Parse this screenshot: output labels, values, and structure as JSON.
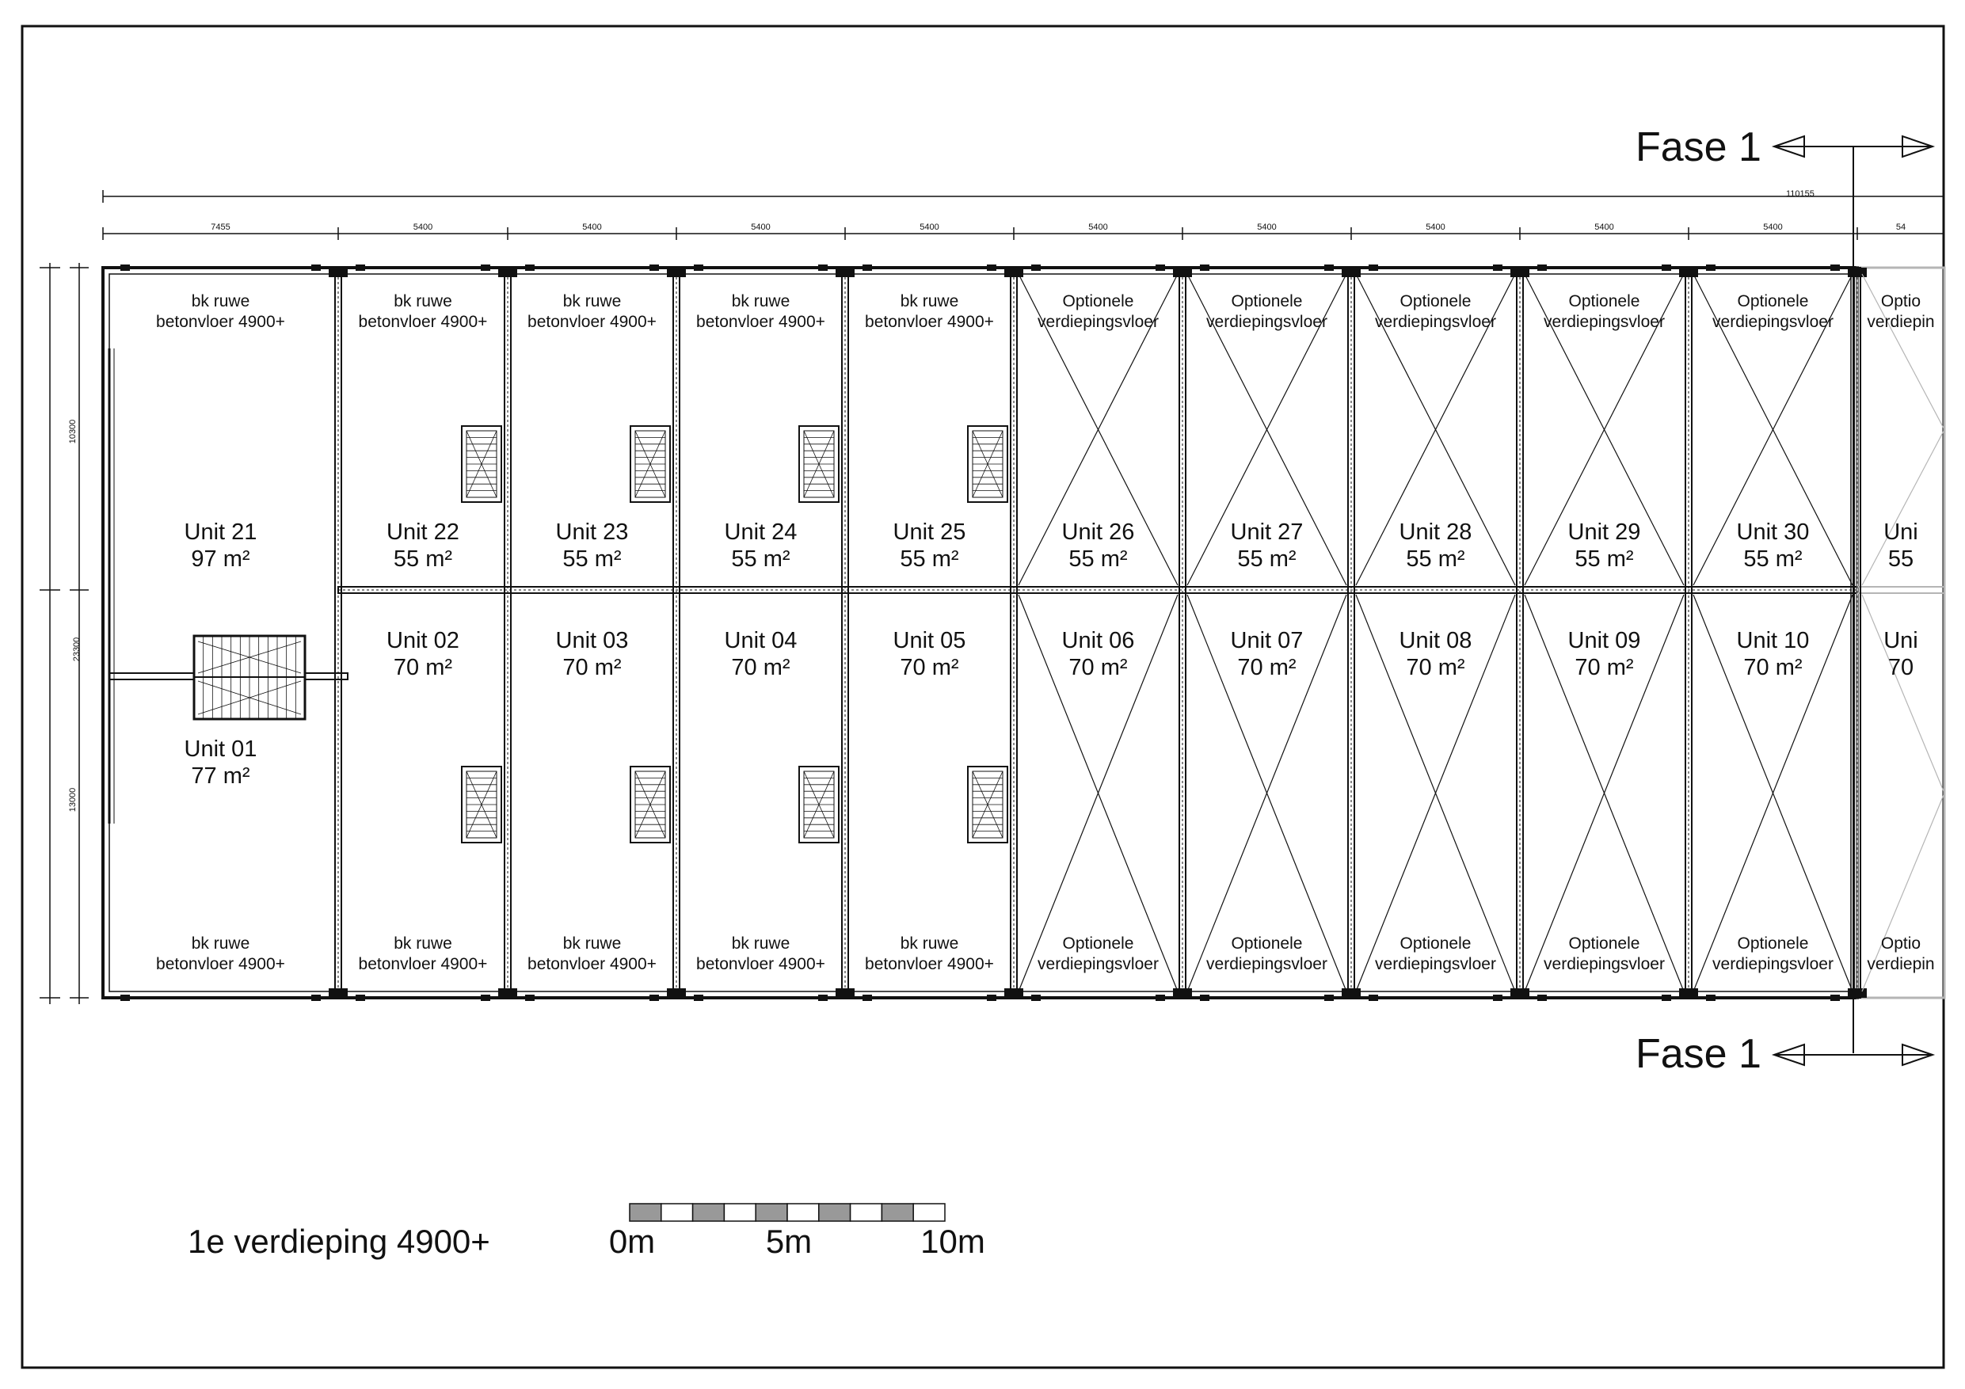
{
  "phase_label": "Fase 1",
  "overall_dimension": "110155",
  "bay_dimensions": [
    "7455",
    "5400",
    "5400",
    "5400",
    "5400",
    "5400",
    "5400",
    "5400",
    "5400",
    "5400",
    "54"
  ],
  "vertical_dimensions": {
    "total": "23300",
    "upper": "10300",
    "lower": "13000"
  },
  "floor_notes": {
    "concrete": [
      "bk ruwe",
      "betonvloer  4900+"
    ],
    "optional": [
      "Optionele",
      "verdiepingsvloer"
    ],
    "faded_optional": [
      "Optio",
      "verdiepin"
    ]
  },
  "top_units": [
    {
      "name": "Unit 21",
      "area": "97 m²",
      "type": "concrete"
    },
    {
      "name": "Unit 22",
      "area": "55 m²",
      "type": "concrete"
    },
    {
      "name": "Unit 23",
      "area": "55 m²",
      "type": "concrete"
    },
    {
      "name": "Unit 24",
      "area": "55 m²",
      "type": "concrete"
    },
    {
      "name": "Unit 25",
      "area": "55 m²",
      "type": "concrete"
    },
    {
      "name": "Unit 26",
      "area": "55 m²",
      "type": "optional"
    },
    {
      "name": "Unit 27",
      "area": "55 m²",
      "type": "optional"
    },
    {
      "name": "Unit 28",
      "area": "55 m²",
      "type": "optional"
    },
    {
      "name": "Unit 29",
      "area": "55 m²",
      "type": "optional"
    },
    {
      "name": "Unit 30",
      "area": "55 m²",
      "type": "optional"
    },
    {
      "name": "Uni",
      "area": "55",
      "type": "faded"
    }
  ],
  "bottom_units": [
    {
      "name": "Unit 01",
      "area": "77 m²",
      "type": "concrete"
    },
    {
      "name": "Unit 02",
      "area": "70 m²",
      "type": "concrete"
    },
    {
      "name": "Unit 03",
      "area": "70 m²",
      "type": "concrete"
    },
    {
      "name": "Unit 04",
      "area": "70 m²",
      "type": "concrete"
    },
    {
      "name": "Unit 05",
      "area": "70 m²",
      "type": "concrete"
    },
    {
      "name": "Unit 06",
      "area": "70 m²",
      "type": "optional"
    },
    {
      "name": "Unit 07",
      "area": "70 m²",
      "type": "optional"
    },
    {
      "name": "Unit 08",
      "area": "70 m²",
      "type": "optional"
    },
    {
      "name": "Unit 09",
      "area": "70 m²",
      "type": "optional"
    },
    {
      "name": "Unit 10",
      "area": "70 m²",
      "type": "optional"
    },
    {
      "name": "Uni",
      "area": "70",
      "type": "faded"
    }
  ],
  "floor_title": "1e verdieping 4900+",
  "scale_bar": {
    "labels": [
      "0m",
      "5m",
      "10m"
    ],
    "segments": 10
  },
  "colors": {
    "line": "#111111",
    "faded": "#b5b5b5",
    "scale_fill": "#999999",
    "paper": "#ffffff"
  }
}
